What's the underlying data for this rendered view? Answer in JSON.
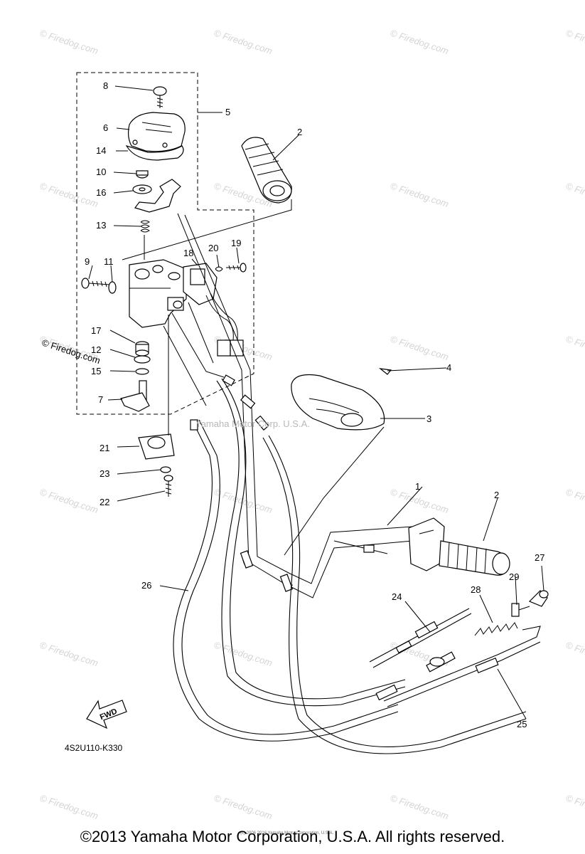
{
  "diagram": {
    "callouts": [
      {
        "id": "c1",
        "label": "1"
      },
      {
        "id": "c2a",
        "label": "2"
      },
      {
        "id": "c2b",
        "label": "2"
      },
      {
        "id": "c3",
        "label": "3"
      },
      {
        "id": "c4",
        "label": "4"
      },
      {
        "id": "c5",
        "label": "5"
      },
      {
        "id": "c6",
        "label": "6"
      },
      {
        "id": "c7",
        "label": "7"
      },
      {
        "id": "c8",
        "label": "8"
      },
      {
        "id": "c9",
        "label": "9"
      },
      {
        "id": "c10",
        "label": "10"
      },
      {
        "id": "c11",
        "label": "11"
      },
      {
        "id": "c12",
        "label": "12"
      },
      {
        "id": "c13",
        "label": "13"
      },
      {
        "id": "c14",
        "label": "14"
      },
      {
        "id": "c15",
        "label": "15"
      },
      {
        "id": "c16",
        "label": "16"
      },
      {
        "id": "c17",
        "label": "17"
      },
      {
        "id": "c18",
        "label": "18"
      },
      {
        "id": "c19",
        "label": "19"
      },
      {
        "id": "c20",
        "label": "20"
      },
      {
        "id": "c21",
        "label": "21"
      },
      {
        "id": "c22",
        "label": "22"
      },
      {
        "id": "c23",
        "label": "23"
      },
      {
        "id": "c24",
        "label": "24"
      },
      {
        "id": "c25",
        "label": "25"
      },
      {
        "id": "c26",
        "label": "26"
      },
      {
        "id": "c27",
        "label": "27"
      },
      {
        "id": "c28",
        "label": "28"
      },
      {
        "id": "c29",
        "label": "29"
      }
    ],
    "fwd_label": "FWD",
    "diagram_code": "4S2U110-K330",
    "center_watermark": "Yamaha Motor Corp. U.S.A.",
    "fine_print": "(c) 2006 2016 Yamaha Motor Corporation, U.S.A."
  },
  "watermark": {
    "text": "© Firedog.com",
    "color": "#d4d4d4"
  },
  "footer": {
    "copyright": "©2013 Yamaha Motor Corporation, U.S.A. All rights reserved."
  }
}
